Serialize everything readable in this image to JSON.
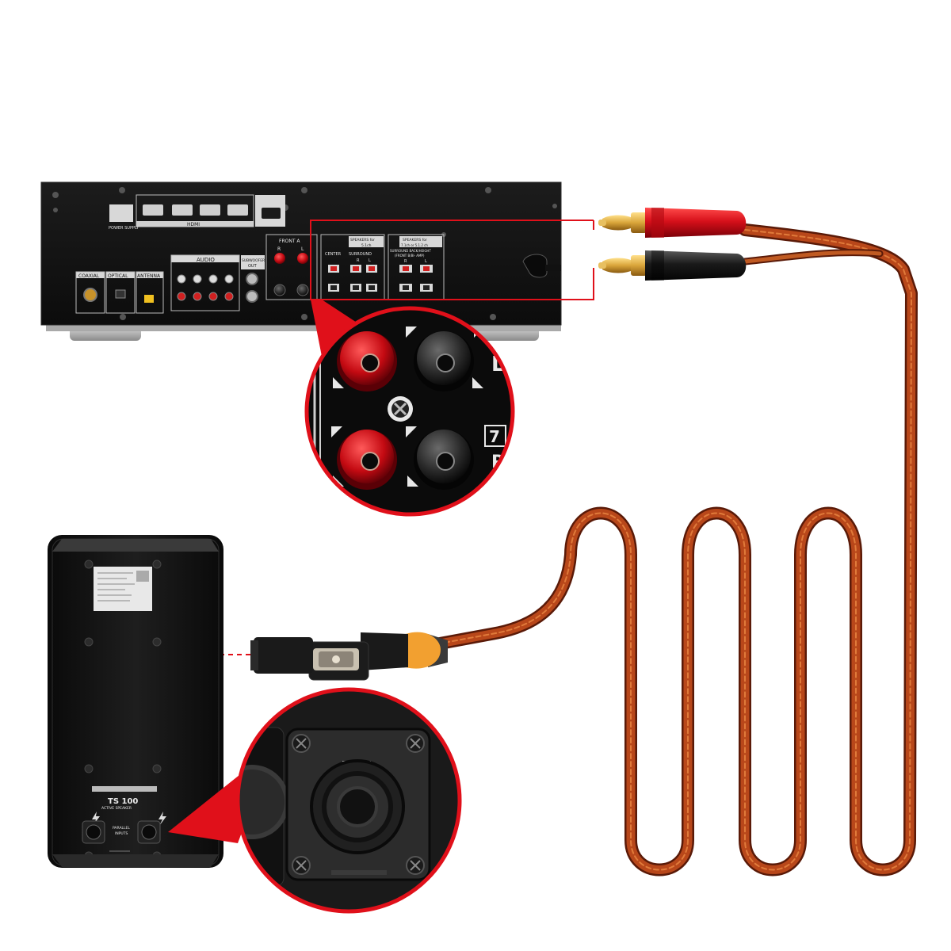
{
  "receiver": {
    "labels": {
      "power_supply": "POWER SUPPLY",
      "hdmi": "HDMI",
      "coaxial": "COAXIAL",
      "optical": "OPTICAL",
      "antenna": "ANTENNA",
      "audio": "AUDIO",
      "subwoofer": "SUBWOOFER",
      "subwoofer_out": "OUT",
      "front_a": "FRONT A",
      "front_r": "R",
      "front_l": "L",
      "speakers_51": "SPEAKERS for",
      "speakers_51_sub": "5.1ch",
      "center": "CENTER",
      "surround": "SURROUND",
      "surround_r": "R",
      "surround_l": "L",
      "speakers_71": "SPEAKERS for",
      "speakers_71_sub": "7.1ch or 5.1.2 ch",
      "surround_back": "SURROUND BACK/HEIGHT",
      "surround_back_sub": "(FRONT B/BI- AMP)",
      "sb_r": "R",
      "sb_l": "L"
    }
  },
  "zoom_receiver": {
    "side_letter_top": "L",
    "badge": "7",
    "side_letter_bottom": "R"
  },
  "speaker": {
    "model": "TS 100",
    "model_sub": "ACTIVE SPEAKER",
    "input_label": "PARALLEL",
    "input_label2": "INPUTS"
  },
  "colors": {
    "cable_copper": "#b8471a",
    "cable_dark": "#5a1a08",
    "plug_red": "#d6101a",
    "plug_black": "#1a1a1a",
    "pin_gold": "#d9a53a",
    "callout_red": "#e0101a",
    "connector_orange": "#f2a030",
    "receiver_body": "#121212"
  },
  "icons": {
    "lightning_left": "lightning-icon",
    "lightning_right": "lightning-icon"
  }
}
